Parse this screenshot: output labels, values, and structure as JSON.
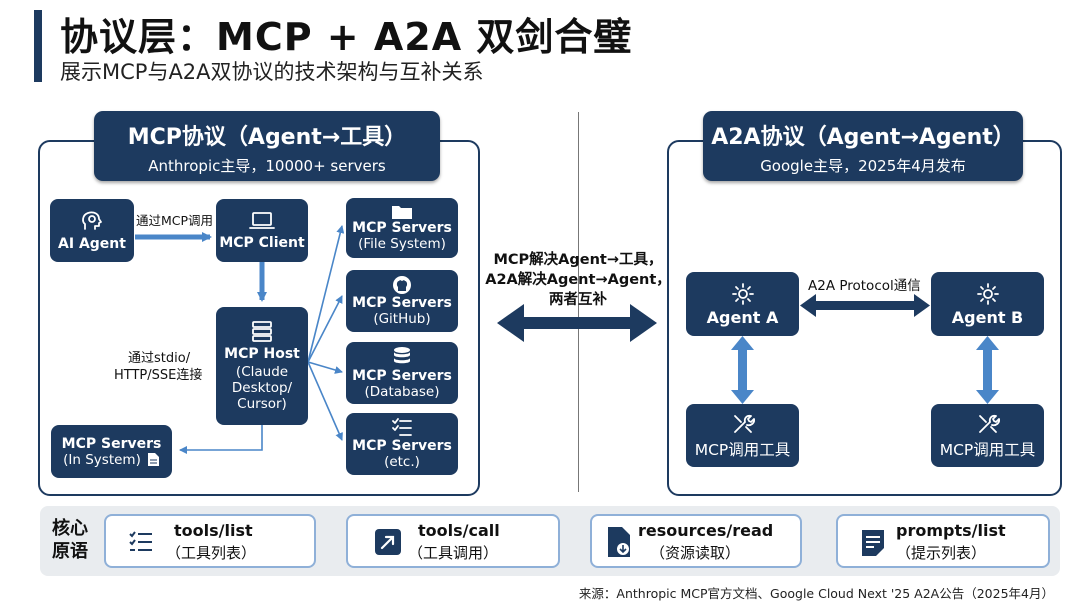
{
  "header": {
    "title": "协议层：MCP + A2A 双剑合璧",
    "subtitle": "展示MCP与A2A双协议的技术架构与互补关系"
  },
  "mcp": {
    "title": "MCP协议（Agent→工具）",
    "subtitle": "Anthropic主导，10000+ servers",
    "ai_agent": "AI Agent",
    "call_label": "通过MCP调用",
    "client": "MCP Client",
    "conn_label_1": "通过stdio/",
    "conn_label_2": "HTTP/SSE连接",
    "host_title": "MCP Host",
    "host_sub_1": "(Claude",
    "host_sub_2": "Desktop/",
    "host_sub_3": "Cursor)",
    "servers": [
      {
        "title": "MCP Servers",
        "sub": "(File System)"
      },
      {
        "title": "MCP Servers",
        "sub": "(GitHub)"
      },
      {
        "title": "MCP Servers",
        "sub": "(Database)"
      },
      {
        "title": "MCP Servers",
        "sub": "(etc.)"
      }
    ],
    "in_system_title": "MCP Servers",
    "in_system_sub": "(In System)"
  },
  "center": {
    "line1": "MCP解决Agent→工具，",
    "line2": "A2A解决Agent→Agent，",
    "line3": "两者互补"
  },
  "a2a": {
    "title": "A2A协议（Agent→Agent）",
    "subtitle": "Google主导，2025年4月发布",
    "agent_a": "Agent A",
    "agent_b": "Agent B",
    "protocol_label": "A2A Protocol通信",
    "tool_a": "MCP调用工具",
    "tool_b": "MCP调用工具"
  },
  "core": {
    "label_1": "核心",
    "label_2": "原语",
    "items": [
      {
        "title": "tools/list",
        "sub": "（工具列表）",
        "icon": "list-check-icon"
      },
      {
        "title": "tools/call",
        "sub": "（工具调用）",
        "icon": "external-arrow-icon"
      },
      {
        "title": "resources/read",
        "sub": "（资源读取）",
        "icon": "document-download-icon"
      },
      {
        "title": "prompts/list",
        "sub": "（提示列表）",
        "icon": "notes-icon"
      }
    ]
  },
  "source": "来源：Anthropic MCP官方文档、Google Cloud Next '25 A2A公告（2025年4月）",
  "colors": {
    "navy": "#1d3a5f",
    "arrow_blue": "#4a86c8",
    "pill_border": "#8fb0d8"
  }
}
